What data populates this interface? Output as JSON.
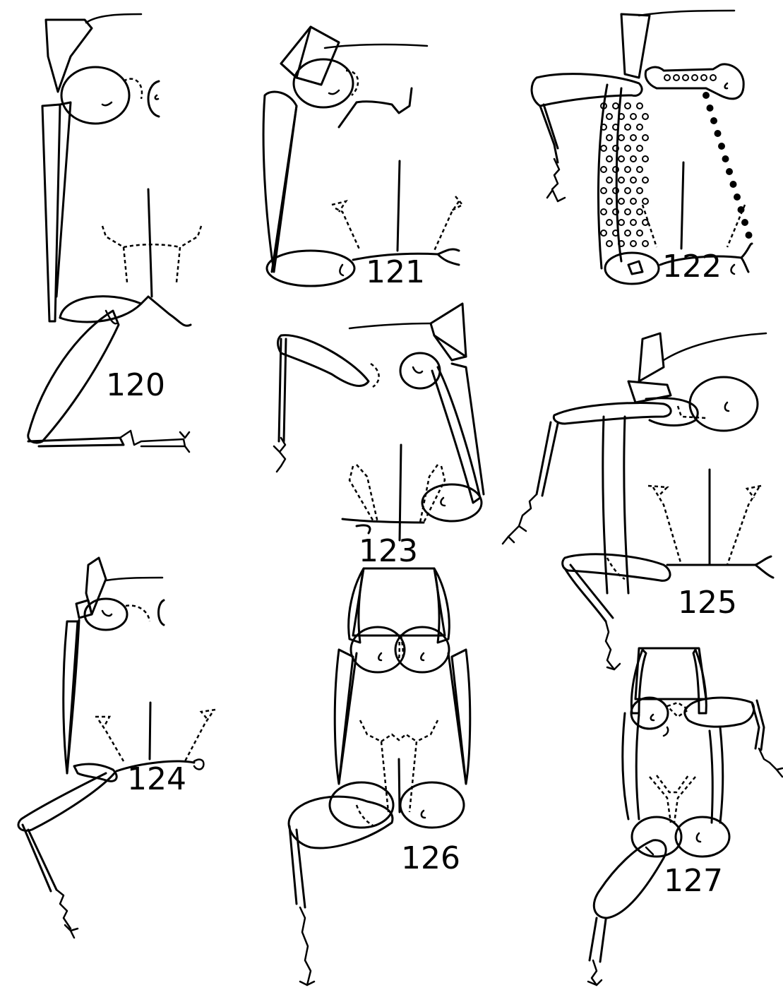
{
  "figures": [
    {
      "label": "120"
    },
    {
      "label": "121"
    },
    {
      "label": "122"
    },
    {
      "label": "123"
    },
    {
      "label": "124"
    },
    {
      "label": "125"
    },
    {
      "label": "126"
    },
    {
      "label": "127"
    }
  ]
}
